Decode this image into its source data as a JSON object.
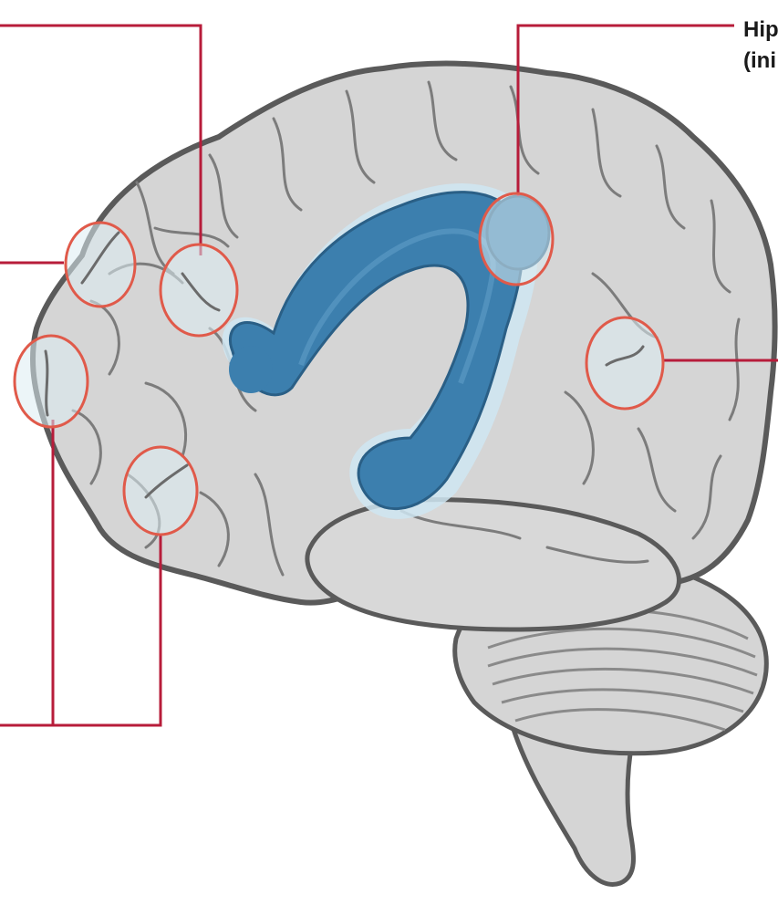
{
  "labels": {
    "top_right_line1": "Hip",
    "top_right_line2": "(ini"
  },
  "colors": {
    "background": "#ffffff",
    "brain_fill": "#d5d5d5",
    "brain_outline": "#5a5a5a",
    "sulci": "#7c7c7c",
    "highlight_fill": "#3c7fae",
    "highlight_glow": "#cfe6f2",
    "callout_line": "#b71c3a",
    "callout_circle": "#e05a4a",
    "circle_fill": "#dcecf2"
  },
  "icons": {
    "brain": "brain-illustration",
    "structure": "c-shaped-highlighted-structure"
  }
}
